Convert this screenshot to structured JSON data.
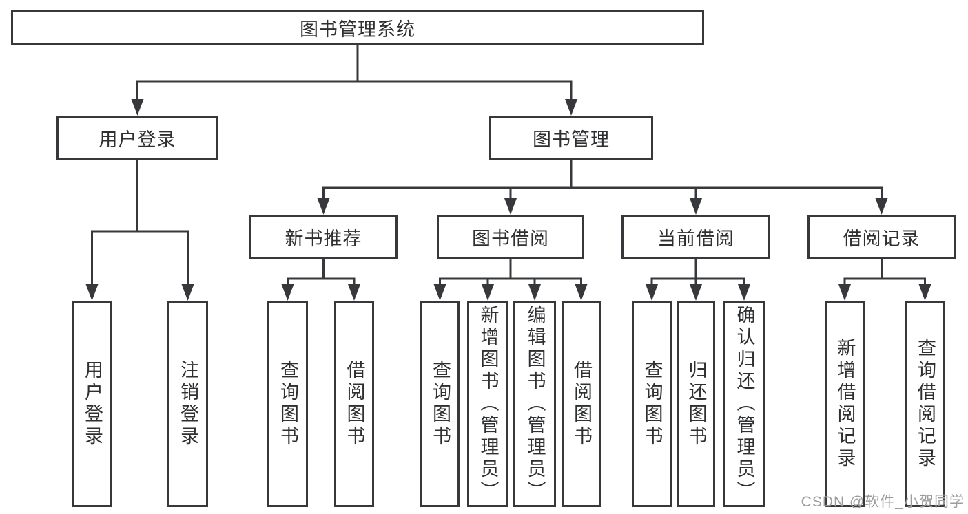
{
  "tree": {
    "label": "图书管理系统",
    "children": [
      {
        "label": "用户登录",
        "children": [
          {
            "label": "用户登录"
          },
          {
            "label": "注销登录"
          }
        ]
      },
      {
        "label": "图书管理",
        "children": [
          {
            "label": "新书推荐",
            "children": [
              {
                "label": "查询图书"
              },
              {
                "label": "借阅图书"
              }
            ]
          },
          {
            "label": "图书借阅",
            "children": [
              {
                "label": "查询图书"
              },
              {
                "label": "新增图书（管理员）"
              },
              {
                "label": "编辑图书（管理员）"
              },
              {
                "label": "借阅图书"
              }
            ]
          },
          {
            "label": "当前借阅",
            "children": [
              {
                "label": "查询图书"
              },
              {
                "label": "归还图书"
              },
              {
                "label": "确认归还（管理员）"
              }
            ]
          },
          {
            "label": "借阅记录",
            "children": [
              {
                "label": "新增借阅记录"
              },
              {
                "label": "查询借阅记录"
              }
            ]
          }
        ]
      }
    ]
  },
  "watermark": {
    "text": "CSDN @软件_小贺同学"
  },
  "colors": {
    "line": "#36383b",
    "border": "#36383b",
    "text": "#2d2f31",
    "watermark": "#9c9c9c",
    "background": "#ffffff"
  }
}
